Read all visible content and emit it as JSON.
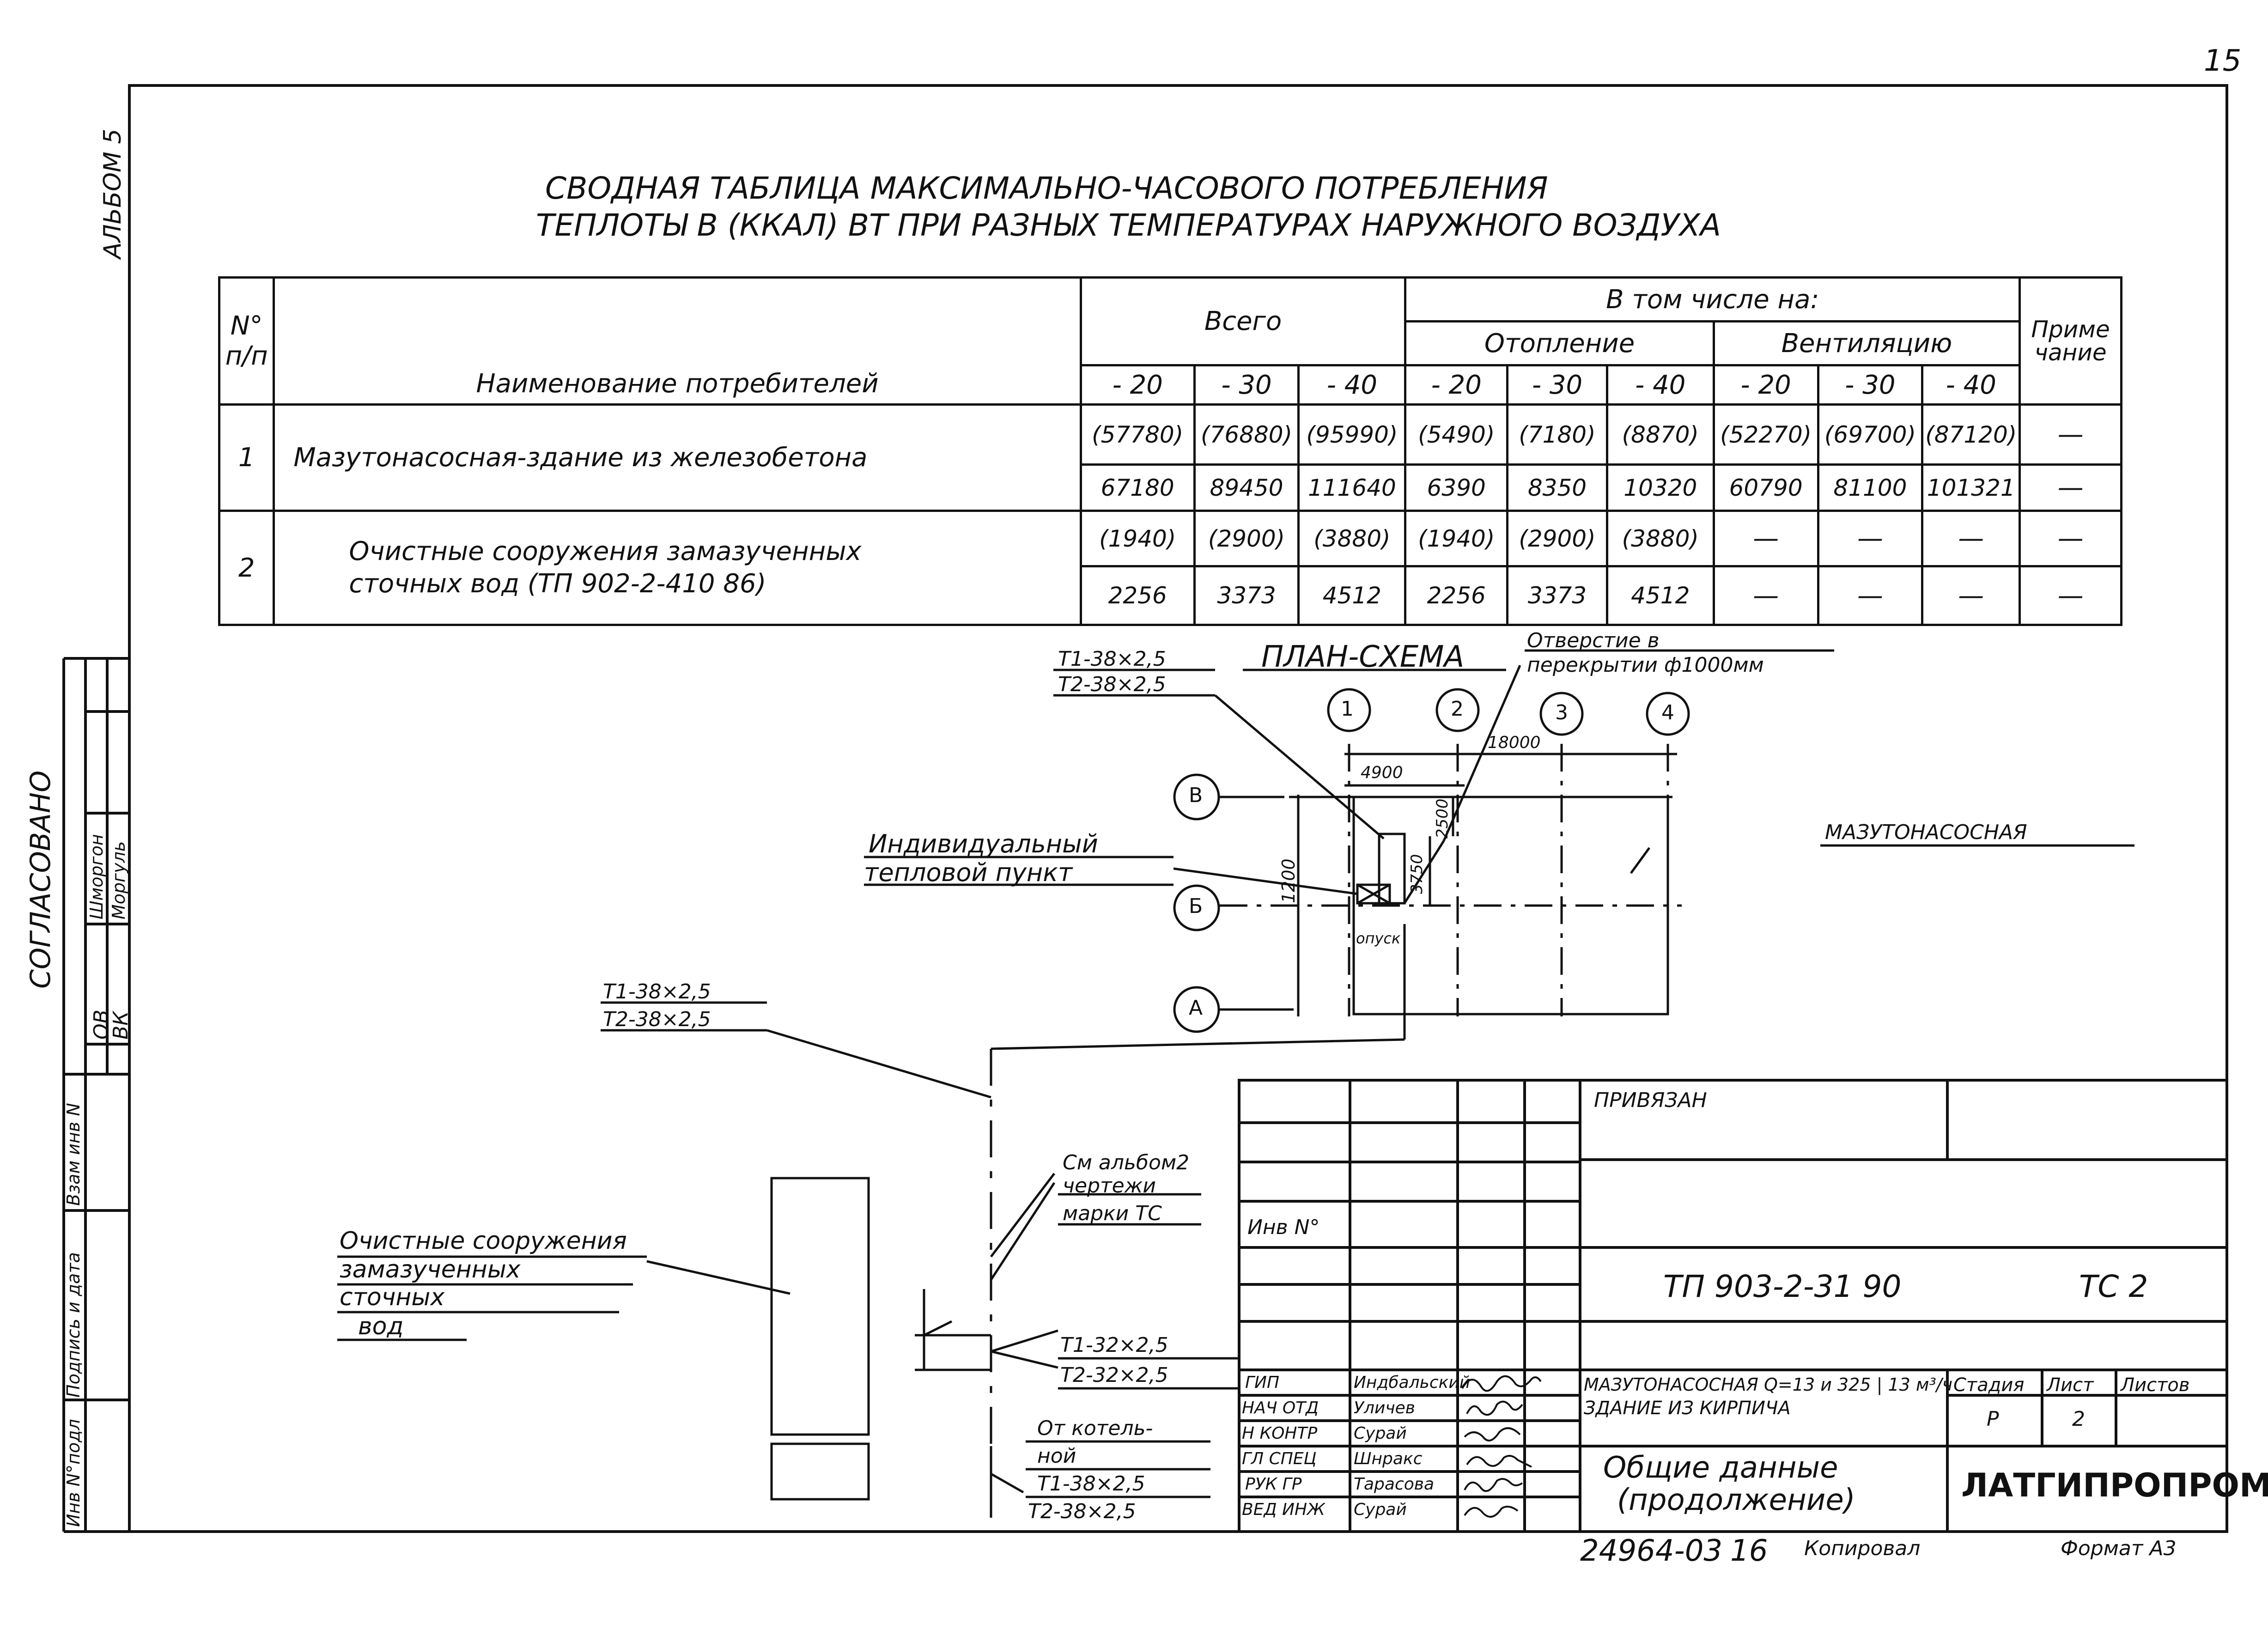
{
  "page_number": "15",
  "album": "АЛЬБОМ 5",
  "table_title": {
    "line1": "СВОДНАЯ ТАБЛИЦА МАКСИМАЛЬНО-ЧАСОВОГО ПОТРЕБЛЕНИЯ",
    "line2": "ТЕПЛОТЫ В (ККАЛ) ВТ ПРИ РАЗНЫХ ТЕМПЕРАТУРАХ НАРУЖНОГО ВОЗДУХА"
  },
  "consumption_table": {
    "col_num_top": "N°",
    "col_num_bottom": "п/п",
    "col_name": "Наименование потребителей",
    "group_total": "Всего",
    "group_including": "В том числе на:",
    "sub_heating": "Отопление",
    "sub_ventilation": "Вентиляцию",
    "col_note": "Приме чание",
    "temps": [
      "- 20",
      "- 30",
      "- 40",
      "- 20",
      "- 30",
      "- 40",
      "- 20",
      "- 30",
      "- 40"
    ],
    "rows": [
      {
        "num": "1",
        "name": "Мазутонасосная-здание из железобетона",
        "values_kcal": [
          "(57780)",
          "(76880)",
          "(95990)",
          "(5490)",
          "(7180)",
          "(8870)",
          "(52270)",
          "(69700)",
          "(87120)"
        ],
        "values_w": [
          "67180",
          "89450",
          "111640",
          "6390",
          "8350",
          "10320",
          "60790",
          "81100",
          "101321"
        ],
        "note_kcal": "—",
        "note_w": "—"
      },
      {
        "num": "2",
        "name_line1": "Очистные сооружения замазученных",
        "name_line2": "сточных вод (ТП 902-2-410 86)",
        "values_kcal": [
          "(1940)",
          "(2900)",
          "(3880)",
          "(1940)",
          "(2900)",
          "(3880)",
          "—",
          "—",
          "—"
        ],
        "values_w": [
          "2256",
          "3373",
          "4512",
          "2256",
          "3373",
          "4512",
          "—",
          "—",
          "—"
        ],
        "note_kcal": "—",
        "note_w": "—"
      }
    ]
  },
  "plan": {
    "title": "ПЛАН-СХЕМА",
    "pipe_top_1": "Т1-38×2,5",
    "pipe_top_2": "Т2-38×2,5",
    "opening_line1": "Отверстие в",
    "opening_line2": "перекрытии ф1000мм",
    "axes_num": [
      "1",
      "2",
      "3",
      "4"
    ],
    "axes_letters": [
      "В",
      "Б",
      "А"
    ],
    "dim_18000": "18000",
    "dim_4900": "4900",
    "dim_1200": "1200",
    "dim_2500": "2500",
    "dim_3750": "3750",
    "itp_line1": "Индивидуальный",
    "itp_line2": "тепловой пункт",
    "building_label": "МАЗУТОНАСОСНАЯ",
    "drop_label": "опуск",
    "pipe_left_1": "Т1-38×2,5",
    "pipe_left_2": "Т2-38×2,5",
    "see_album_1": "См альбом2",
    "see_album_2": "чертежи",
    "see_album_3": "марки ТС",
    "treatment_1": "Очистные сооружения",
    "treatment_2": "замазученных",
    "treatment_3": "сточных",
    "treatment_4": "вод",
    "pipe_32_1": "Т1-32×2,5",
    "pipe_32_2": "Т2-32×2,5",
    "boiler_1": "От котель-",
    "boiler_2": "ной",
    "boiler_pipe_1": "Т1-38×2,5",
    "boiler_pipe_2": "Т2-38×2,5"
  },
  "stamp": {
    "attached": "ПРИВЯЗАН",
    "inv_no": "Инв N°",
    "doc_code": "ТП 903-2-31 90",
    "doc_mark": "ТС 2",
    "description_line1": "МАЗУТОНАСОСНАЯ Q=13 и 325 | 13 м³/ч",
    "description_line2": "ЗДАНИЕ ИЗ КИРПИЧА",
    "stage_label": "Стадия",
    "sheet_label": "Лист",
    "sheets_label": "Листов",
    "stage_value": "Р",
    "sheet_value": "2",
    "sheet_title_1": "Общие данные",
    "sheet_title_2": "(продолжение)",
    "organization": "ЛАТГИПРОПРОМ",
    "signers": [
      {
        "role": "ГИП",
        "name": "Индбальский"
      },
      {
        "role": "НАЧ ОТД",
        "name": "Уличев"
      },
      {
        "role": "Н КОНТР",
        "name": "Сурай"
      },
      {
        "role": "ГЛ СПЕЦ",
        "name": "Шнракс"
      },
      {
        "role": "РУК ГР",
        "name": "Тарасова"
      },
      {
        "role": "ВЕД ИНЖ",
        "name": "Сурай"
      }
    ]
  },
  "left_margin": {
    "agreed": "СОГЛАСОВАНО",
    "row1_dept": "ОВ",
    "row1_name": "Шморгон",
    "row2_dept": "ВК",
    "row2_name": "Моргуль",
    "inv_orig": "Инв N°подл",
    "sign_date": "Подпись и дата",
    "repl_inv": "Взам инв N"
  },
  "footer": {
    "number": "24964-03",
    "sheet": "16",
    "copied": "Копировал",
    "format": "Формат А3"
  }
}
